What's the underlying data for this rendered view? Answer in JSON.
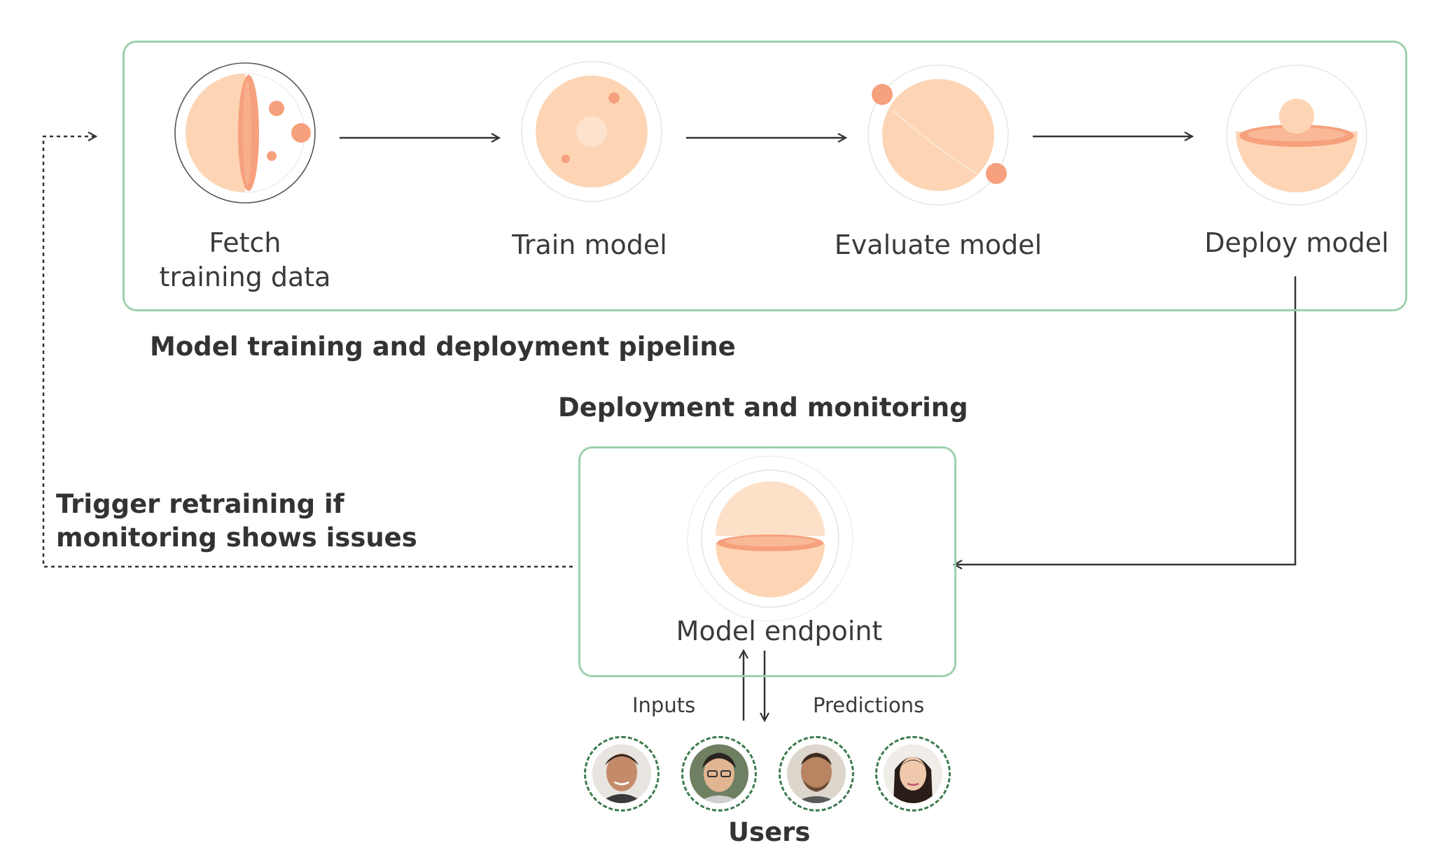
{
  "pipeline": {
    "title": "Model training and deployment pipeline",
    "steps": [
      {
        "label_line1": "Fetch",
        "label_line2": "training data",
        "icon": "data-sphere-icon"
      },
      {
        "label_line1": "Train  model",
        "icon": "training-sphere-icon"
      },
      {
        "label_line1": "Evaluate model",
        "icon": "evaluation-sphere-icon"
      },
      {
        "label_line1": "Deploy model",
        "icon": "deploy-bowl-icon"
      }
    ]
  },
  "monitoring": {
    "title": "Deployment and monitoring",
    "endpoint_label": "Model endpoint",
    "endpoint_icon": "endpoint-sphere-icon",
    "inputs_label": "Inputs",
    "predictions_label": "Predictions"
  },
  "retrain": {
    "line1": "Trigger retraining if",
    "line2": "monitoring shows issues"
  },
  "users": {
    "label": "Users",
    "avatars": [
      "user-avatar-1",
      "user-avatar-2",
      "user-avatar-3",
      "user-avatar-4"
    ]
  },
  "colors": {
    "panel_border": "#9fd0ad",
    "sphere_fill": "#fdd5b4",
    "sphere_accent": "#f6a07d",
    "avatar_ring": "#3b7a4e",
    "text": "#333333"
  }
}
